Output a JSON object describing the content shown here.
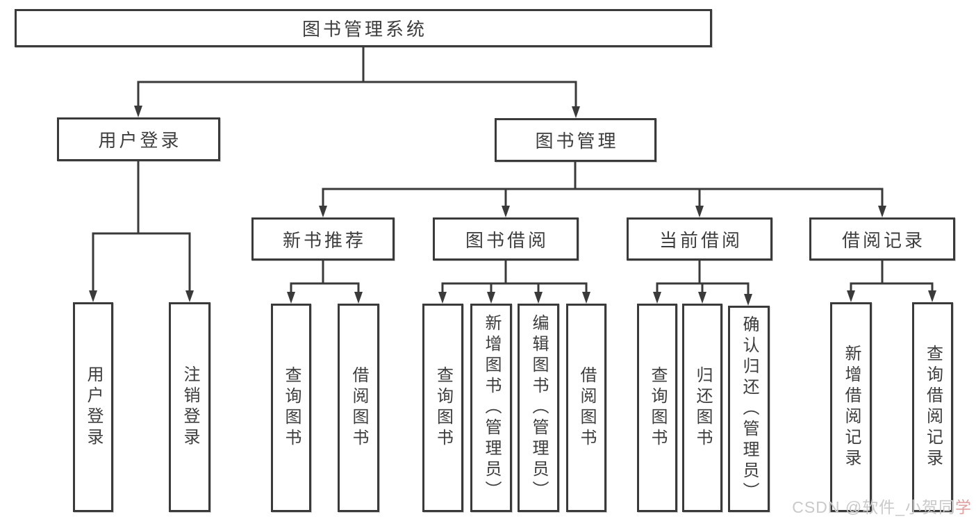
{
  "diagram": {
    "type": "hierarchy",
    "root": {
      "label": "图书管理系统"
    },
    "level2": [
      {
        "label": "用户登录"
      },
      {
        "label": "图书管理"
      }
    ],
    "level3": [
      {
        "label": "新书推荐",
        "parent": "图书管理"
      },
      {
        "label": "图书借阅",
        "parent": "图书管理"
      },
      {
        "label": "当前借阅",
        "parent": "图书管理"
      },
      {
        "label": "借阅记录",
        "parent": "图书管理"
      }
    ],
    "leaves": [
      {
        "label": "用户登录",
        "parent": "用户登录"
      },
      {
        "label": "注销登录",
        "parent": "用户登录"
      },
      {
        "label": "查询图书",
        "parent": "新书推荐"
      },
      {
        "label": "借阅图书",
        "parent": "新书推荐"
      },
      {
        "label": "查询图书",
        "parent": "图书借阅"
      },
      {
        "label": "新增图书（管理员）",
        "parent": "图书借阅"
      },
      {
        "label": "编辑图书（管理员）",
        "parent": "图书借阅"
      },
      {
        "label": "借阅图书",
        "parent": "图书借阅"
      },
      {
        "label": "查询图书",
        "parent": "当前借阅"
      },
      {
        "label": "归还图书",
        "parent": "当前借阅"
      },
      {
        "label": "确认归还（管理员）",
        "parent": "当前借阅"
      },
      {
        "label": "新增借阅记录",
        "parent": "借阅记录"
      },
      {
        "label": "查询借阅记录",
        "parent": "借阅记录"
      }
    ],
    "watermark": {
      "prefix": "CSDN @软件_小贺同",
      "accent": "学"
    },
    "colors": {
      "line": "#3a3a3a",
      "box_border": "#3a3a3a",
      "text": "#3d3d3d",
      "background": "#ffffff",
      "watermark_gray": "#c9c9c9",
      "watermark_accent": "#dfa0a0"
    }
  }
}
